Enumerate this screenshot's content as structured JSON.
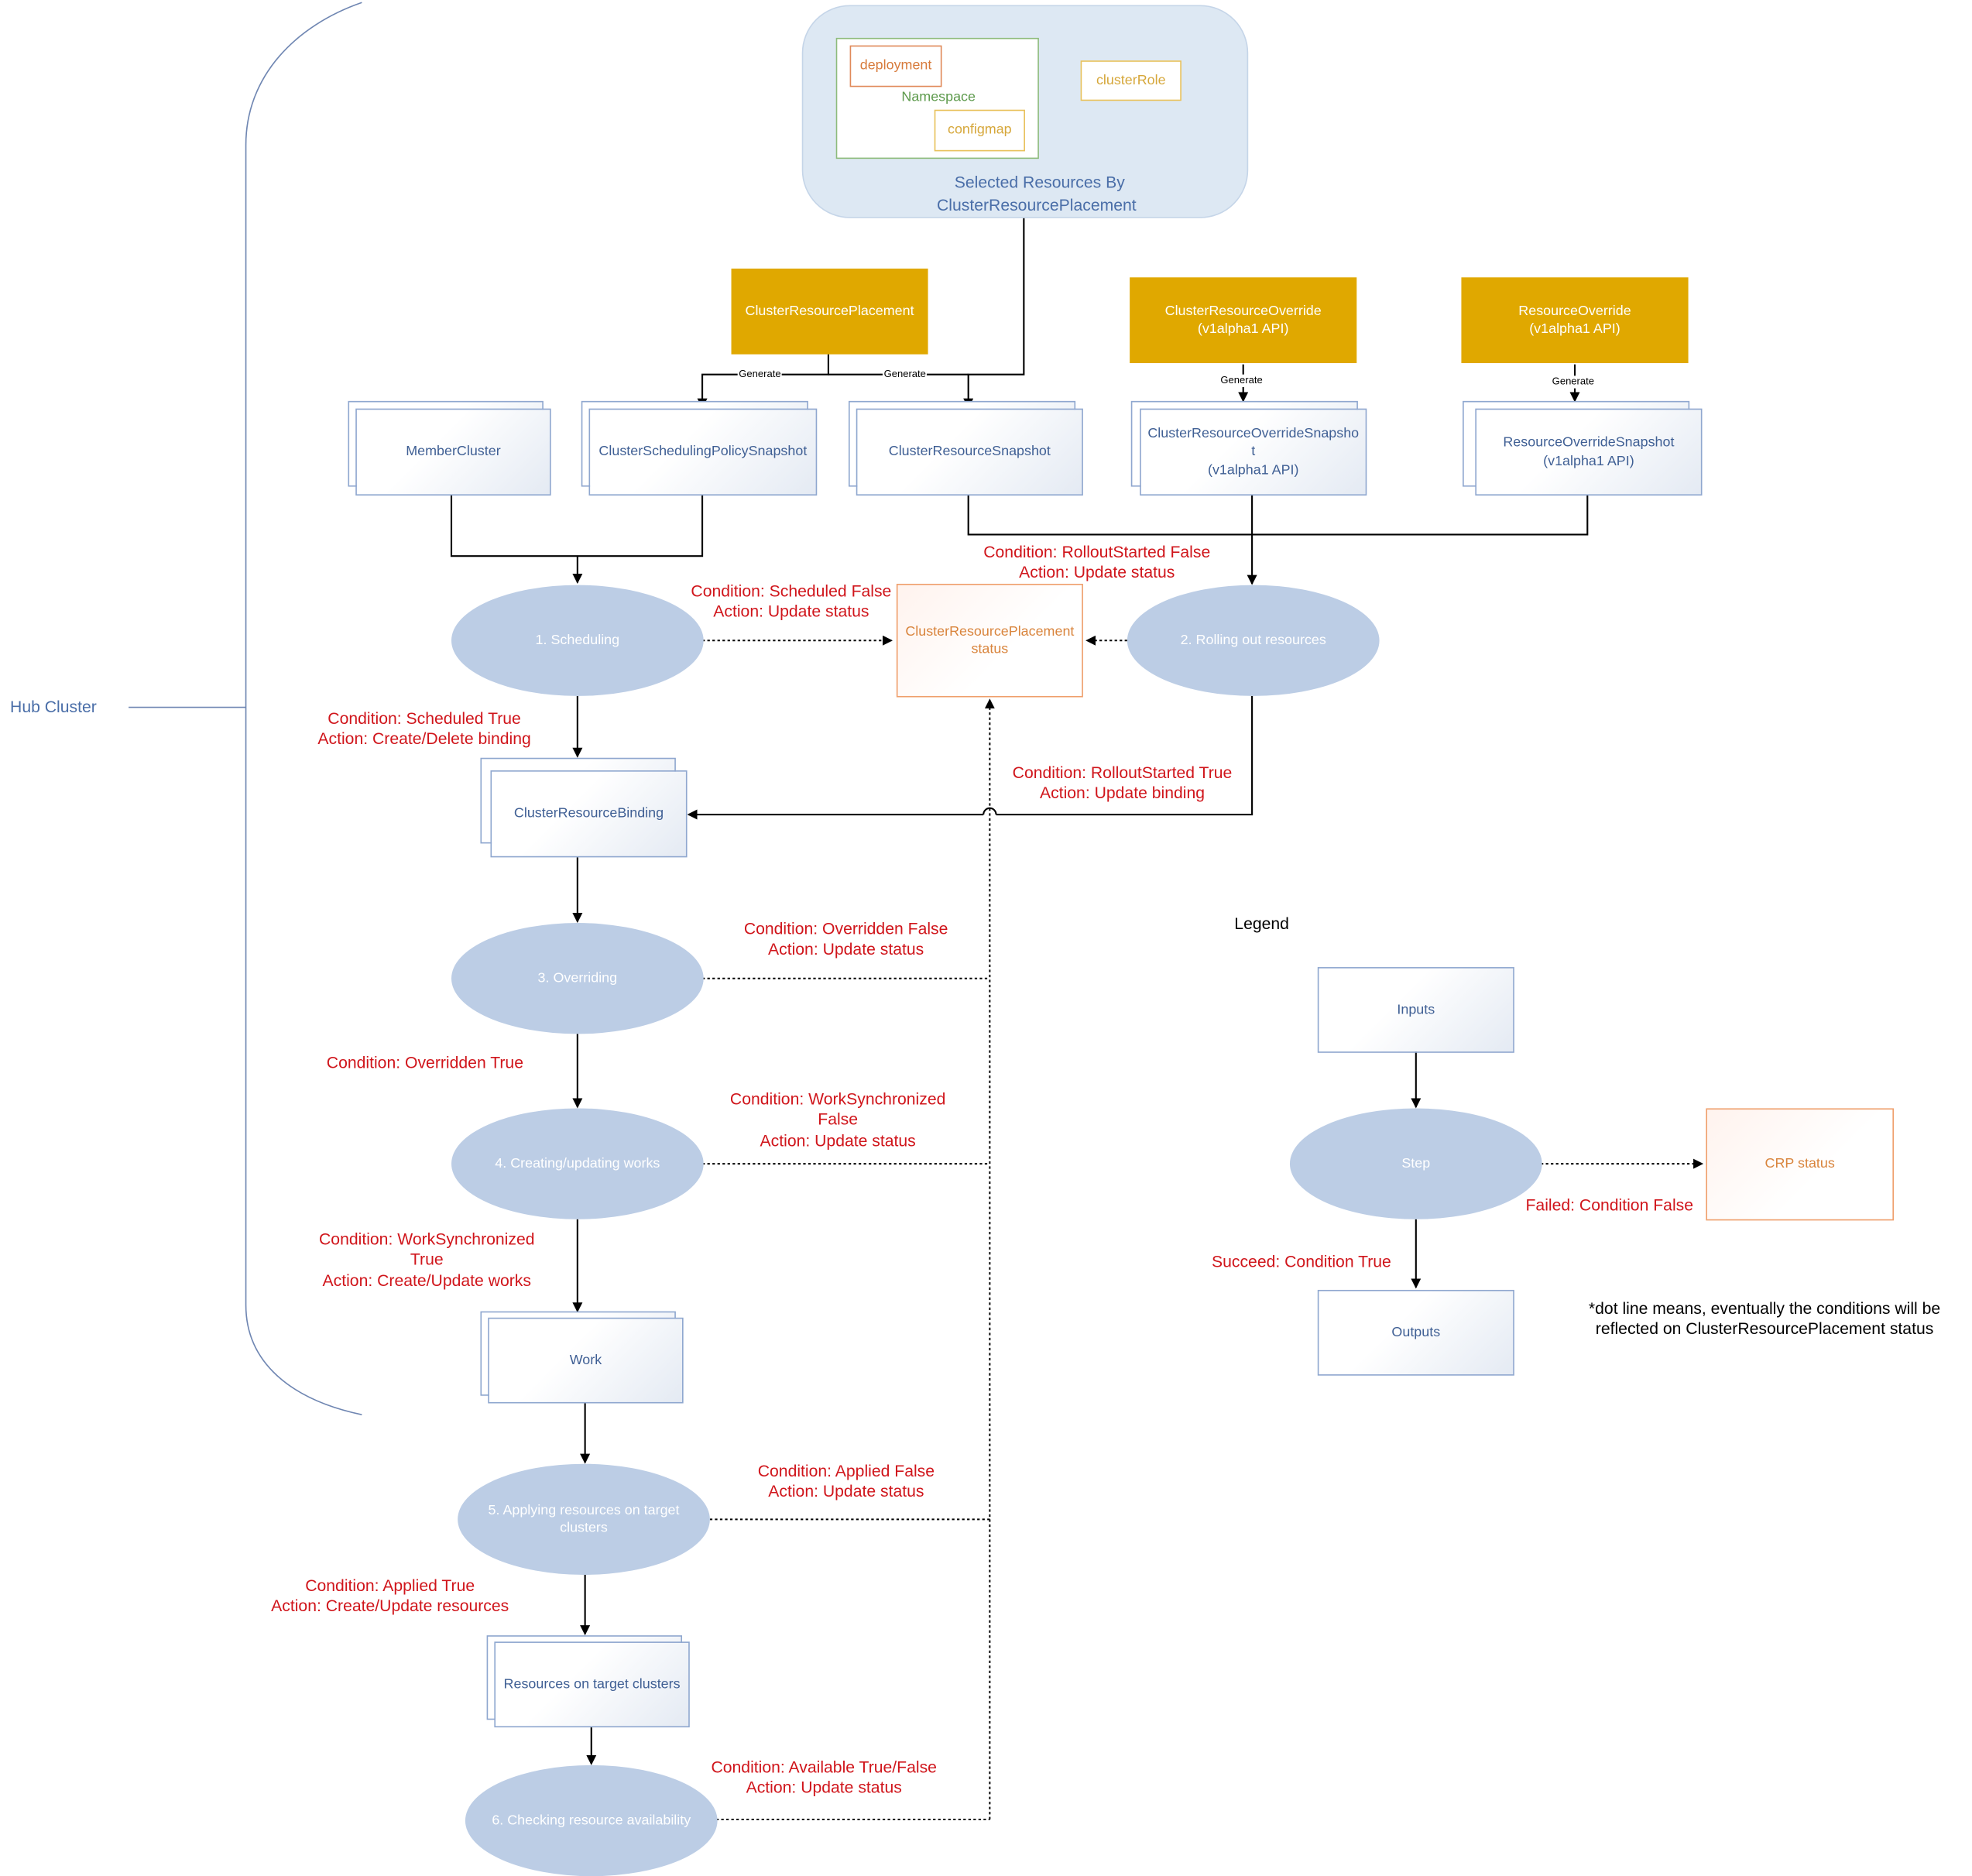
{
  "hub_cluster_label": "Hub Cluster",
  "selected": {
    "deployment": "deployment",
    "namespace": "Namespace",
    "configmap": "configmap",
    "cluster_role": "clusterRole",
    "caption_line1": "Selected Resources By",
    "caption_line2": "ClusterResourcePlacement"
  },
  "gold_boxes": {
    "crp": "ClusterResourcePlacement",
    "cro": "ClusterResourceOverride\n(v1alpha1 API)",
    "ro": "ResourceOverride\n(v1alpha1 API)"
  },
  "generate_label": "Generate",
  "inputs": {
    "member_cluster": "MemberCluster",
    "policy_snapshot": "ClusterSchedulingPolicySnapshot",
    "resource_snapshot": "ClusterResourceSnapshot",
    "cro_snapshot": "ClusterResourceOverrideSnapsho\nt\n(v1alpha1 API)",
    "ro_snapshot": "ResourceOverrideSnapshot\n(v1alpha1 API)",
    "binding": "ClusterResourceBinding",
    "work": "Work",
    "target_resources": "Resources on target clusters"
  },
  "steps": {
    "s1": "1. Scheduling",
    "s2": "2. Rolling out resources",
    "s3": "3. Overriding",
    "s4": "4. Creating/updating works",
    "s5": "5. Applying resources on target\nclusters",
    "s6": "6. Checking resource availability"
  },
  "crp_status": "ClusterResourcePlacement\nstatus",
  "conditions": {
    "scheduled_false": "Condition: Scheduled False\nAction: Update status",
    "rollout_false": "Condition: RolloutStarted False\nAction: Update status",
    "scheduled_true": "Condition: Scheduled True\nAction: Create/Delete binding",
    "rollout_true": "Condition: RolloutStarted True\nAction: Update binding",
    "overridden_false": "Condition: Overridden False\nAction: Update status",
    "overridden_true": "Condition: Overridden True",
    "worksync_false": "Condition: WorkSynchronized\nFalse\nAction: Update status",
    "worksync_true": "Condition: WorkSynchronized\nTrue\nAction: Create/Update works",
    "applied_false": "Condition: Applied False\nAction: Update status",
    "applied_true": "Condition: Applied True\nAction: Create/Update resources",
    "available": "Condition: Available True/False\nAction: Update status"
  },
  "legend": {
    "title": "Legend",
    "inputs": "Inputs",
    "step": "Step",
    "crp_status": "CRP status",
    "failed": "Failed: Condition False",
    "succeed": "Succeed: Condition True",
    "outputs": "Outputs",
    "note": "*dot line means, eventually the conditions will be\nreflected on ClusterResourcePlacement status"
  }
}
